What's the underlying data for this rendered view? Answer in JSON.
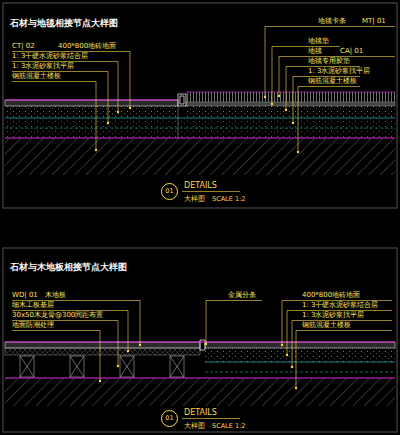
{
  "diagram": {
    "nodes": [
      {
        "text": [
          "01"
        ]
      },
      {
        "text": [
          "01"
        ]
      }
    ],
    "labels": [
      "石材与地毯相接节点大样图",
      "CT| 02",
      "400*800地砖地面",
      "1: 3干硬水泥砂浆结合层",
      "1: 3水泥砂浆找平层",
      "钢筋混凝土楼板",
      "地毯卡条",
      "MT| 01",
      "地毯垫",
      "地毯",
      "CA| 01",
      "地毯专用胶垫",
      "1: 3水泥砂浆找平层",
      "钢筋混凝土楼板",
      "DETAILS",
      "大样图",
      "SCALE 1:2",
      "石材与木地板相接节点大样图",
      "WD| 01",
      "木地板",
      "细木工板基层",
      "30x50木龙骨@300间距布置",
      "地面防潮处理",
      "金属分条",
      "400*800地砖地面",
      "1: 3干硬水泥砂浆结合层",
      "1: 3水泥砂浆找平层",
      "钢筋混凝土楼板",
      "DETAILS",
      "大样图",
      "SCALE 1:2"
    ]
  }
}
